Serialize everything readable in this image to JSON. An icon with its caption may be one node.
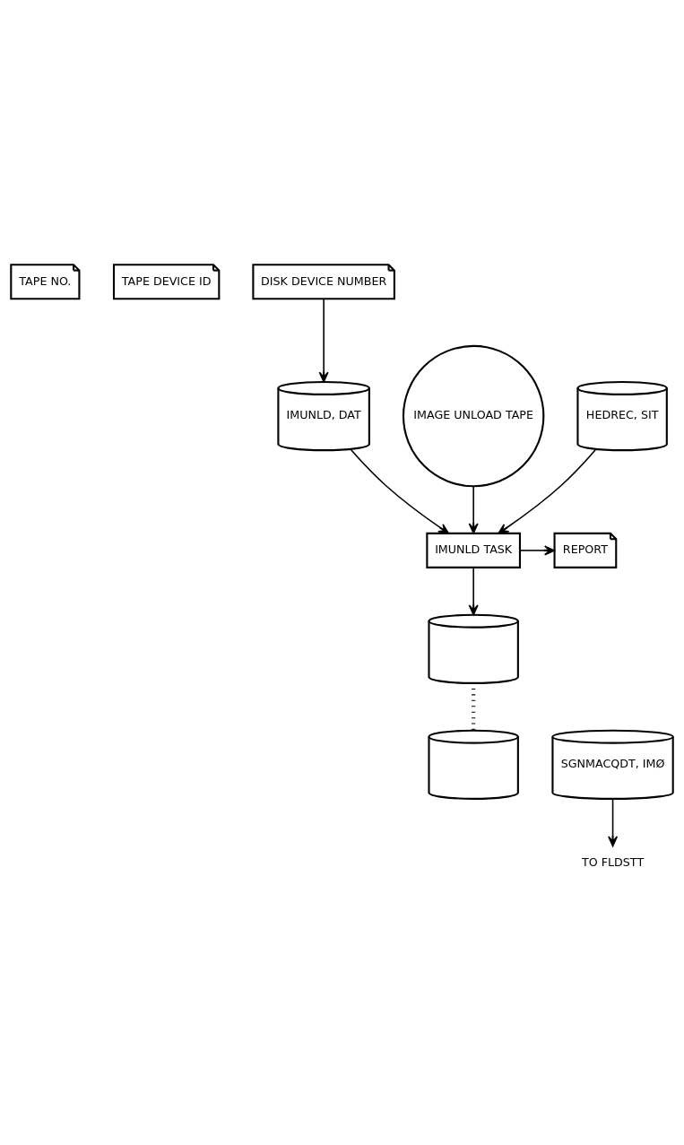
{
  "diagram": {
    "nodes": [
      {
        "text": [
          "TAPE NO."
        ]
      },
      {
        "text": [
          "TAPE DEVICE ID"
        ]
      },
      {
        "text": [
          "DISK DEVICE NUMBER"
        ]
      },
      {
        "text": [
          "IMAGE UNLOAD TAPE"
        ]
      },
      {
        "text": [
          "IMUNLD, DAT"
        ]
      },
      {
        "text": [
          "HEDREC, SIT"
        ]
      },
      {
        "text": [
          "IMUNLD TASK"
        ]
      },
      {
        "text": [
          "REPORT"
        ]
      },
      {
        "text": [],
        "shape": "cylinder"
      },
      {
        "text": [],
        "shape": "cylinder"
      },
      {
        "text": [
          "SGNMACQDT, IMØ"
        ]
      },
      {
        "text": [
          "TO FLDSTT"
        ]
      }
    ],
    "edges": [
      {
        "from": 2,
        "to": 4,
        "arrow": "to"
      },
      {
        "from": 3,
        "to": 6,
        "arrow": "to"
      },
      {
        "from": 4,
        "to": 6,
        "arrow": "to"
      },
      {
        "from": 5,
        "to": 6,
        "arrow": "to"
      },
      {
        "from": 6,
        "to": 7,
        "arrow": "to"
      },
      {
        "from": 6,
        "to": 8,
        "arrow": "to"
      },
      {
        "from": 8,
        "to": 9,
        "arrow": "none",
        "style": "dashed"
      },
      {
        "from": 10,
        "to": 11,
        "arrow": "to"
      }
    ]
  }
}
